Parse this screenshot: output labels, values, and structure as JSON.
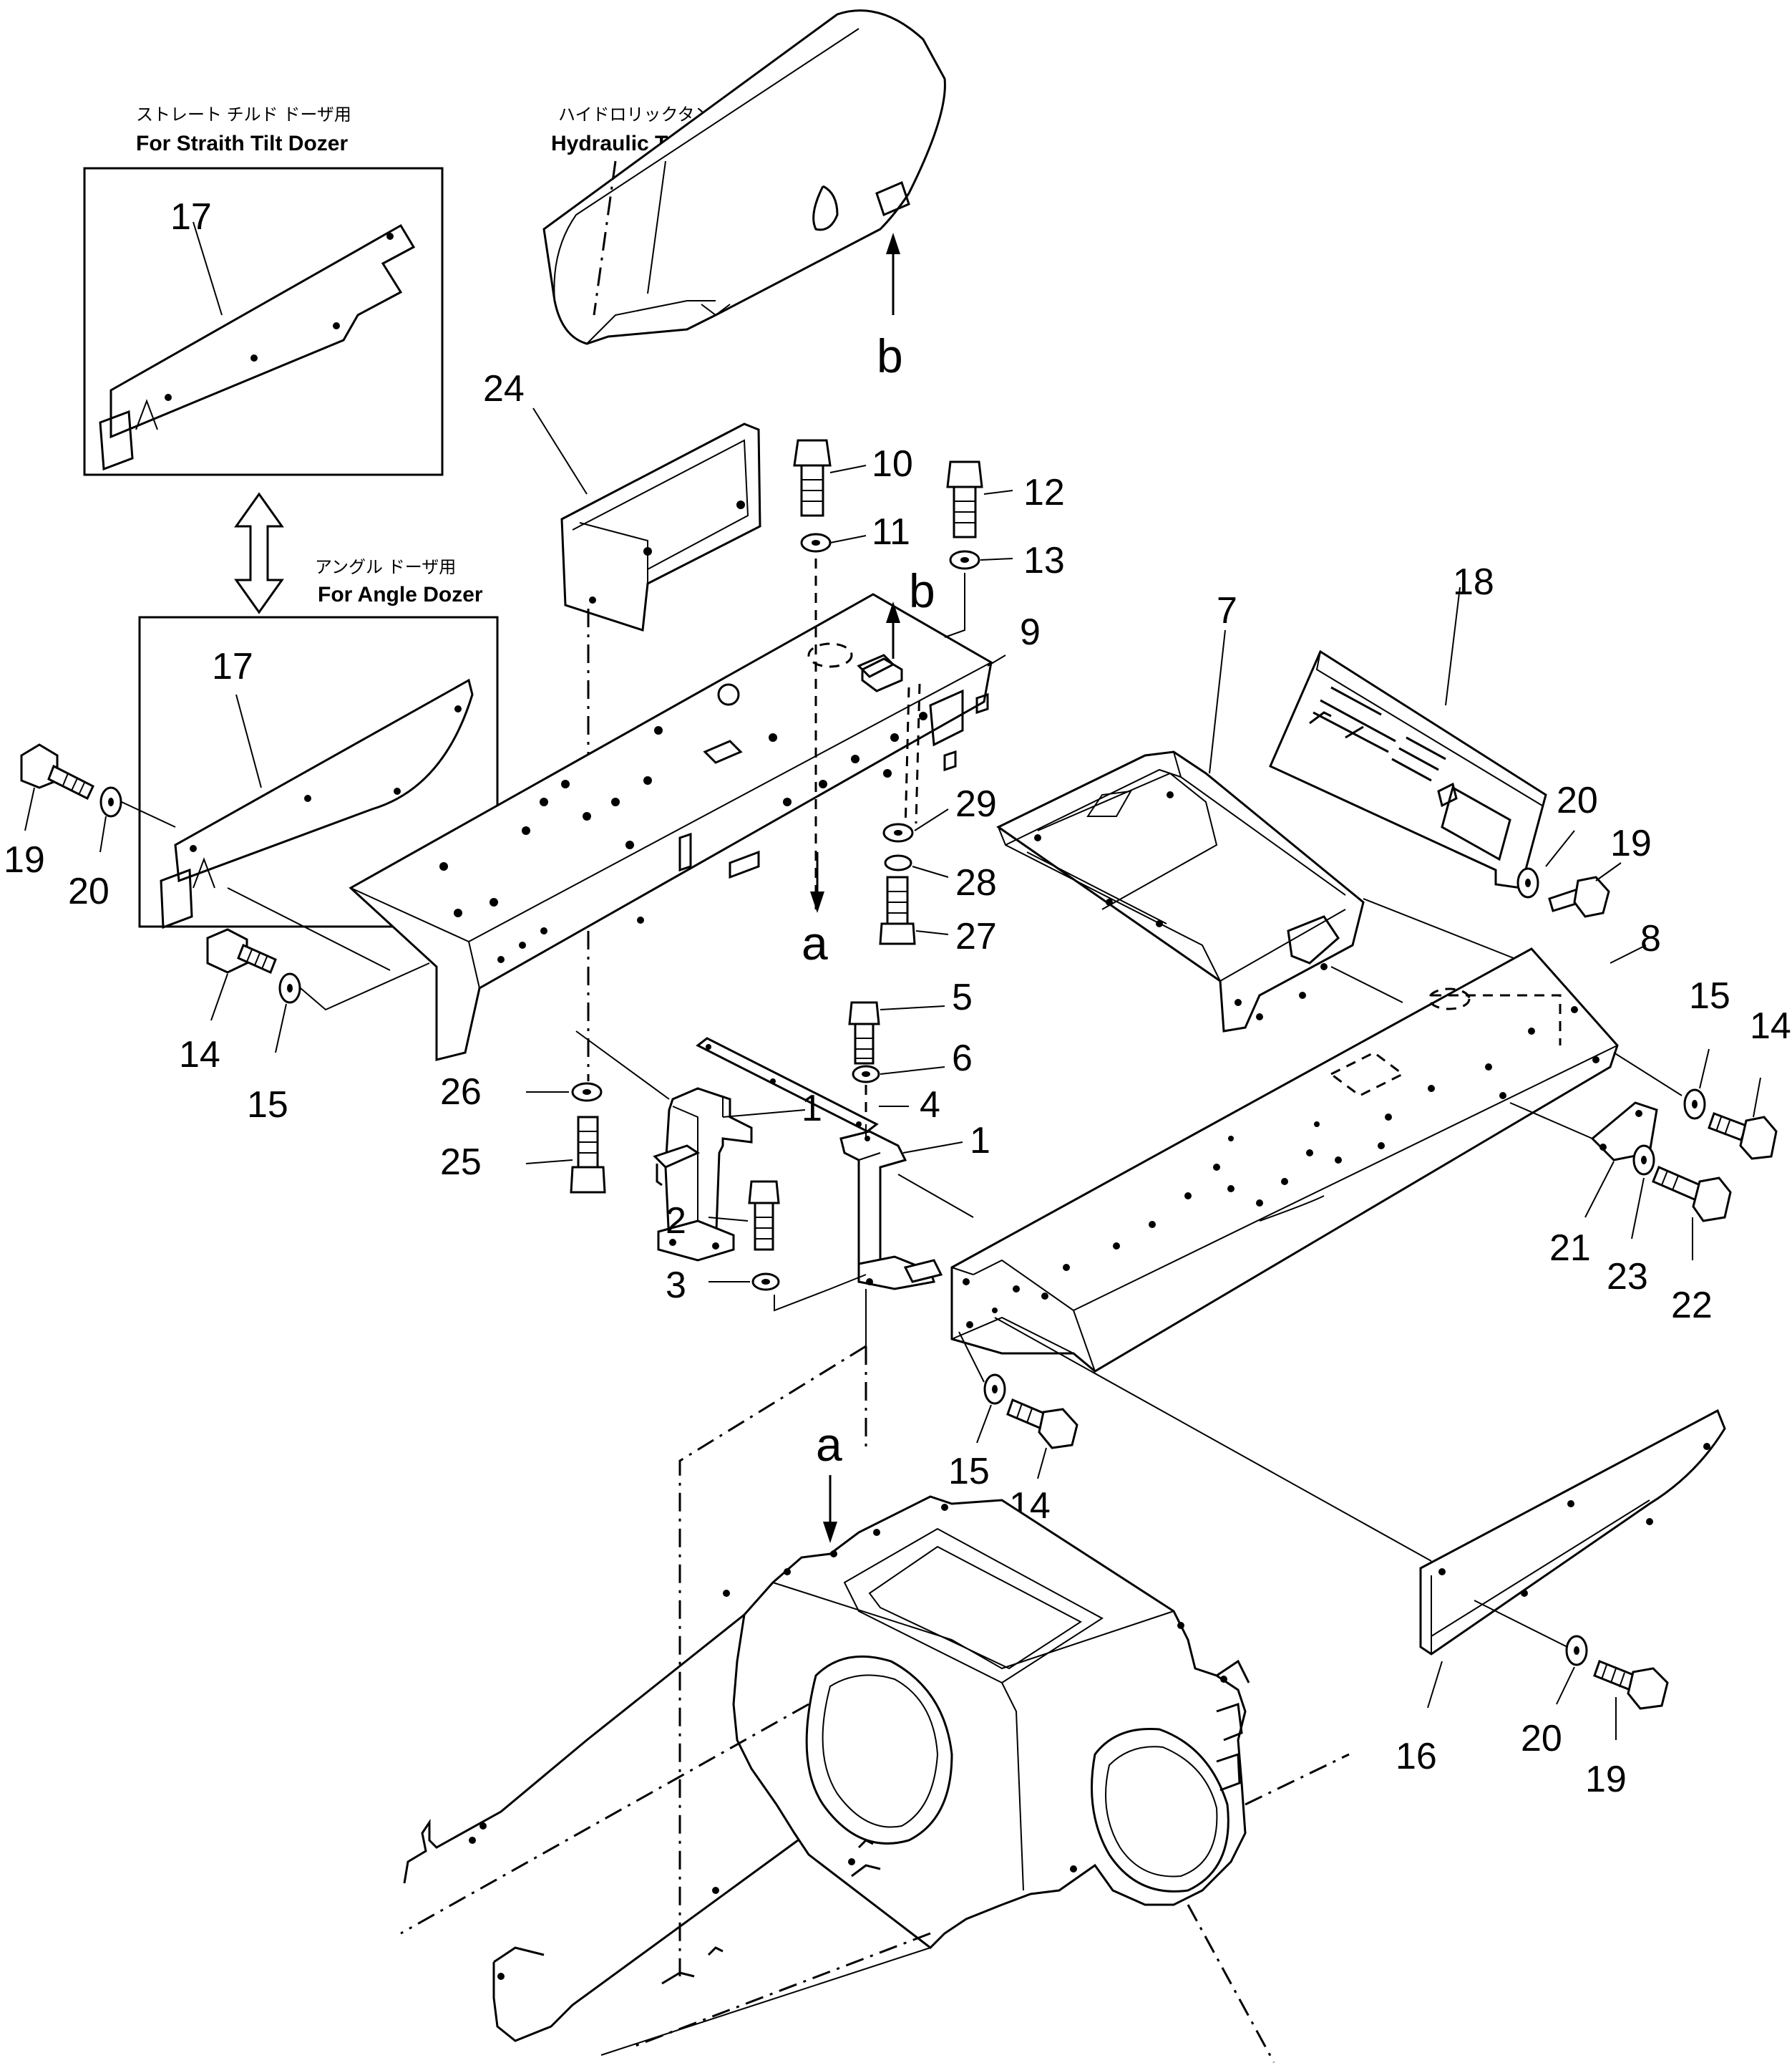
{
  "captions": {
    "straight_tilt_jp": "ストレート チルド ドーザ用",
    "straight_tilt_en": "For Straith Tilt Dozer",
    "angle_jp": "アングル ドーザ用",
    "angle_en": "For Angle Dozer",
    "tank_jp": "ハイドロリックタンク",
    "tank_en": "Hydraulic Tank"
  },
  "reference_letters": {
    "a": "a",
    "b": "b"
  },
  "part_numbers": {
    "p1": "1",
    "p2": "2",
    "p3": "3",
    "p4": "4",
    "p5": "5",
    "p6": "6",
    "p7": "7",
    "p8": "8",
    "p9": "9",
    "p10": "10",
    "p11": "11",
    "p12": "12",
    "p13": "13",
    "p14": "14",
    "p15": "15",
    "p16": "16",
    "p17": "17",
    "p18": "18",
    "p19": "19",
    "p20": "20",
    "p21": "21",
    "p22": "22",
    "p23": "23",
    "p24": "24",
    "p25": "25",
    "p26": "26",
    "p27": "27",
    "p28": "28",
    "p29": "29"
  }
}
